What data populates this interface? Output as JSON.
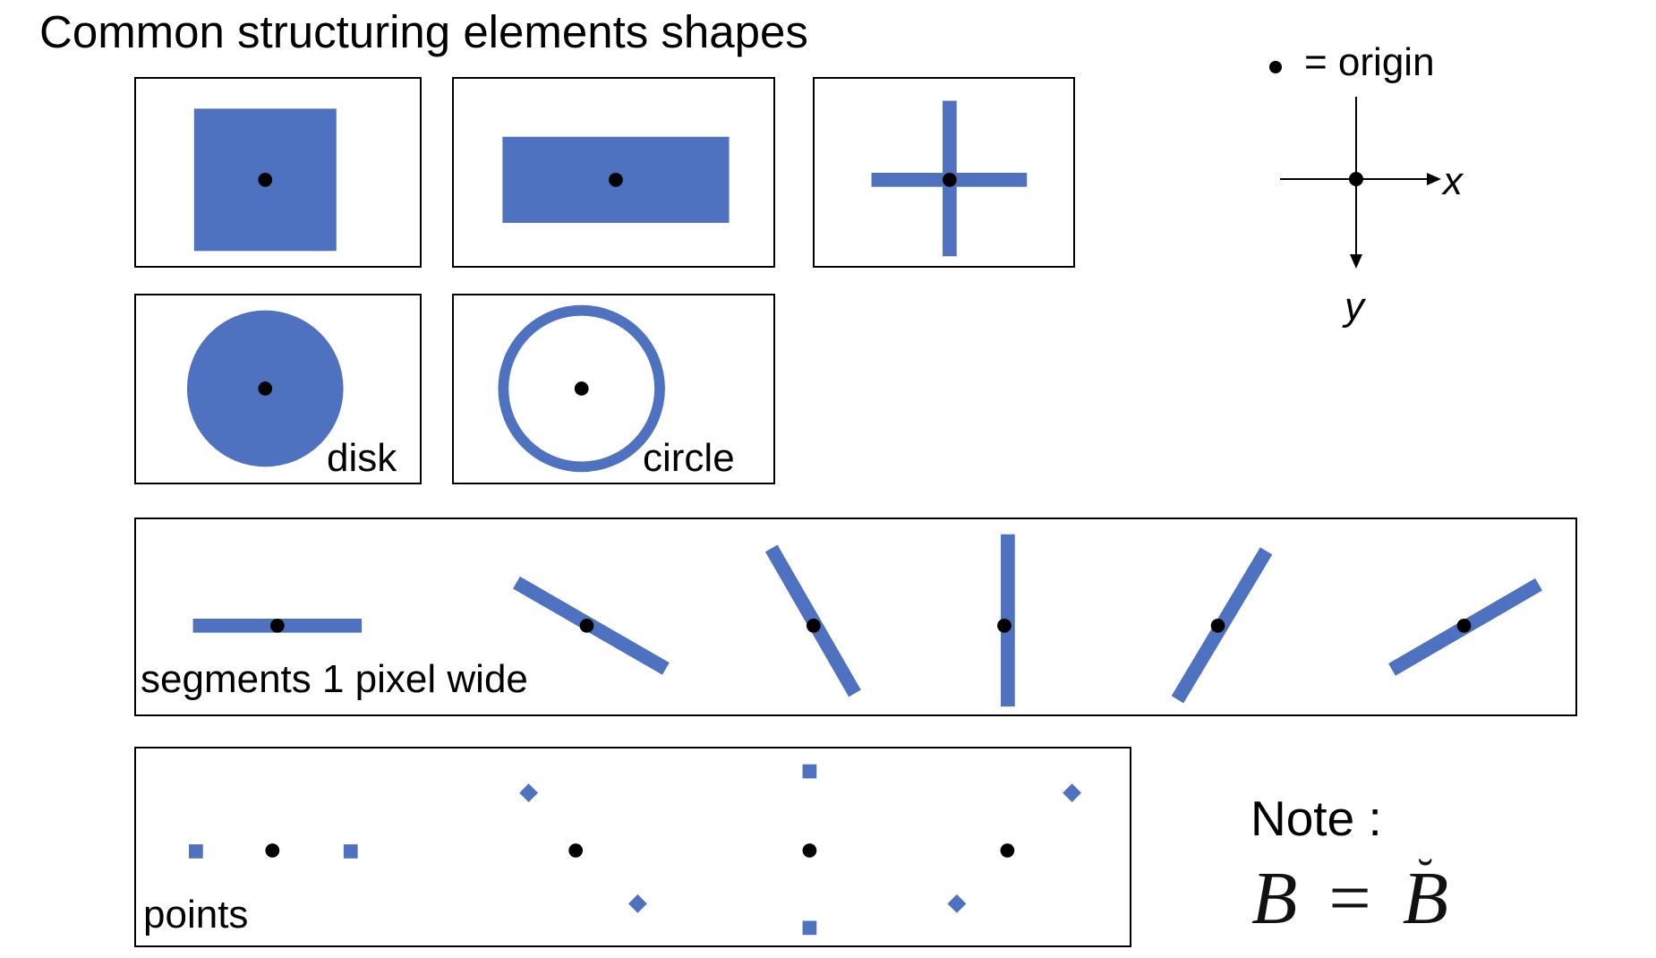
{
  "title": "Common structuring elements shapes",
  "legend": {
    "origin_label": "= origin",
    "x_axis": "x",
    "y_axis": "y"
  },
  "captions": {
    "disk": "disk",
    "circle": "circle",
    "segments": "segments 1 pixel wide",
    "points": "points"
  },
  "note": {
    "label": "Note :",
    "lhs": "B",
    "equals": "=",
    "rhs": "B",
    "accent": "˘"
  },
  "colors": {
    "shape_fill": "#4e72bf",
    "origin_dot": "#000000",
    "frame": "#000000"
  }
}
